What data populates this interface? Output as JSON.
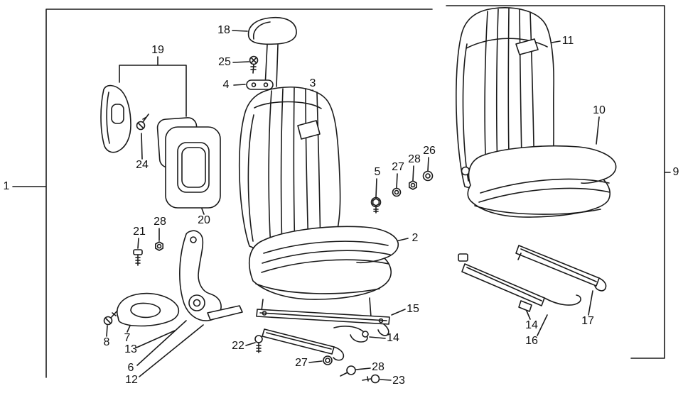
{
  "colors": {
    "background": "#ffffff",
    "line": "#1a1a1a",
    "label_text": "#111111"
  },
  "labels": [
    {
      "text": "1"
    },
    {
      "text": "2"
    },
    {
      "text": "3"
    },
    {
      "text": "4"
    },
    {
      "text": "5"
    },
    {
      "text": "6"
    },
    {
      "text": "7"
    },
    {
      "text": "8"
    },
    {
      "text": "9"
    },
    {
      "text": "10"
    },
    {
      "text": "11"
    },
    {
      "text": "12"
    },
    {
      "text": "13"
    },
    {
      "text": "14"
    },
    {
      "text": "14"
    },
    {
      "text": "15"
    },
    {
      "text": "16"
    },
    {
      "text": "17"
    },
    {
      "text": "18"
    },
    {
      "text": "19"
    },
    {
      "text": "20"
    },
    {
      "text": "21"
    },
    {
      "text": "22"
    },
    {
      "text": "23"
    },
    {
      "text": "24"
    },
    {
      "text": "25"
    },
    {
      "text": "26"
    },
    {
      "text": "27"
    },
    {
      "text": "27"
    },
    {
      "text": "28"
    },
    {
      "text": "28"
    },
    {
      "text": "28"
    }
  ]
}
